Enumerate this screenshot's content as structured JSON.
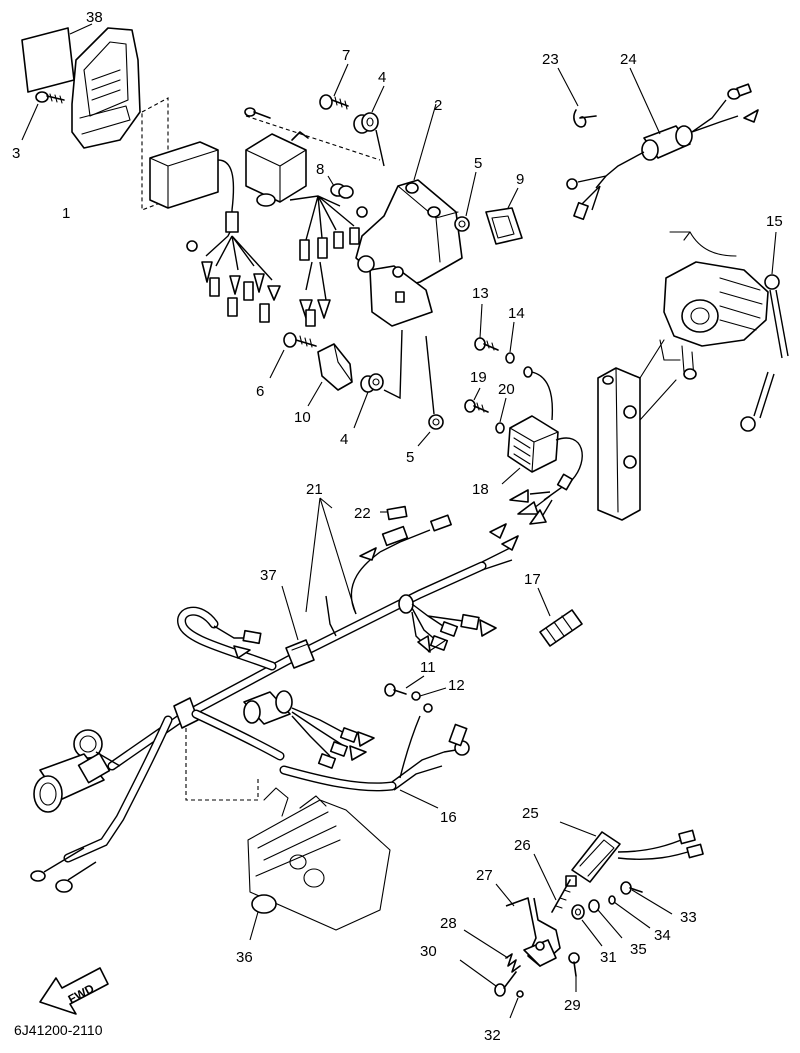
{
  "diagram_code": "6J41200-2110",
  "fwd_label": "FWD",
  "callouts": {
    "c1": "1",
    "c2": "2",
    "c3": "3",
    "c4a": "4",
    "c4b": "4",
    "c5a": "5",
    "c5b": "5",
    "c6": "6",
    "c7": "7",
    "c8": "8",
    "c9": "9",
    "c10": "10",
    "c11": "11",
    "c12": "12",
    "c13": "13",
    "c14": "14",
    "c15": "15",
    "c16": "16",
    "c17": "17",
    "c18": "18",
    "c19": "19",
    "c20": "20",
    "c21": "21",
    "c22": "22",
    "c23": "23",
    "c24": "24",
    "c25": "25",
    "c26": "26",
    "c27": "27",
    "c28": "28",
    "c29": "29",
    "c30": "30",
    "c31": "31",
    "c32": "32",
    "c33": "33",
    "c34": "34",
    "c35": "35",
    "c36": "36",
    "c37": "37",
    "c38": "38"
  },
  "colors": {
    "line": "#000000",
    "background": "#ffffff"
  }
}
